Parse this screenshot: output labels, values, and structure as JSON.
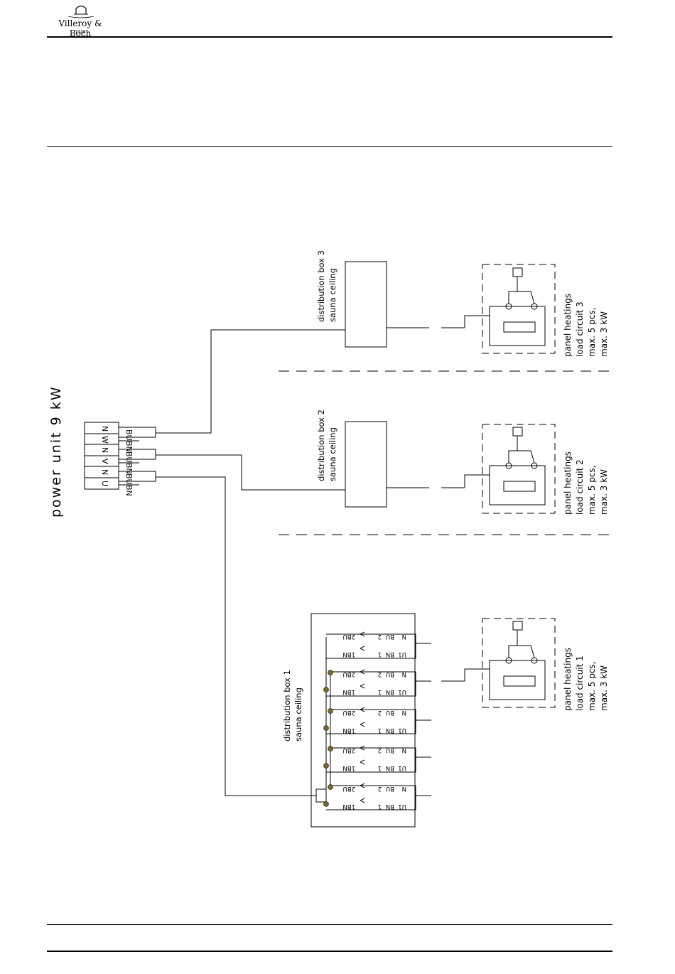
{
  "header": {
    "brand": "Villeroy & Boch",
    "year": "1748"
  },
  "power_unit": {
    "title": "power unit 9 kW",
    "terminals": [
      "N",
      "W",
      "N",
      "V",
      "N",
      "U"
    ],
    "wires": [
      "BU",
      "BN",
      "BU",
      "BN",
      "BU",
      "BN"
    ]
  },
  "distribution_boxes": [
    {
      "line1": "distribution box 3",
      "line2": "sauna ceiling"
    },
    {
      "line1": "distribution box 2",
      "line2": "sauna ceiling"
    },
    {
      "line1": "distribution box 1",
      "line2": "sauna ceiling"
    }
  ],
  "panels": [
    {
      "line1": "panel heatings",
      "line2": "load circuit 3",
      "line3": "max. 5 pcs,",
      "line4": "max. 3 kW"
    },
    {
      "line1": "panel heatings",
      "line2": "load circuit 2",
      "line3": "max. 5 pcs,",
      "line4": "max. 3 kW"
    },
    {
      "line1": "panel heatings",
      "line2": "load circuit 1",
      "line3": "max. 5 pcs,",
      "line4": "max. 3 kW"
    }
  ],
  "box1_terminals": {
    "top_row": [
      "N",
      "BU",
      "2",
      "2BU"
    ],
    "bottom_row": [
      "U1",
      "BN",
      "1",
      "1BN"
    ]
  }
}
